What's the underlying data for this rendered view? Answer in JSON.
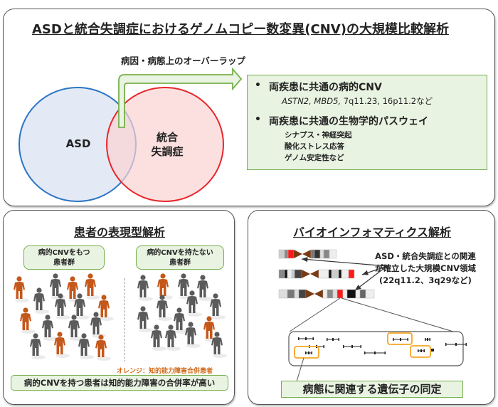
{
  "top_panel": {
    "title": "ASDと統合失調症におけるゲノムコピー数変異(CNV)の大規模比較解析",
    "overlap_label": "病因・病態上のオーバーラップ",
    "venn": {
      "left_label": "ASD",
      "right_label_line1": "統合",
      "right_label_line2": "失調症",
      "left_color": "#2a74c4",
      "right_color": "#e8262b"
    },
    "findings": {
      "bullet1": "両疾患に共通の病的CNV",
      "bullet1_detail_genes": "ASTN2, MBD5,",
      "bullet1_detail_rest": " 7q11.23, 16p11.2など",
      "bullet2": "両疾患に共通の生物学的パスウェイ",
      "pathways": [
        "シナプス・神経突起",
        "酸化ストレス応答",
        "ゲノム安定性など"
      ]
    }
  },
  "phenotype_panel": {
    "title": "患者の表現型解析",
    "group_with_line1": "病的CNVをもつ",
    "group_with_line2": "患者群",
    "group_without_line1": "病的CNVを持たない",
    "group_without_line2": "患者群",
    "legend": "オレンジ：知的能力障害合併患者",
    "conclusion": "病的CNVを持つ患者は知的能力障害の合併率が高い",
    "colors": {
      "affected": "#c4571a",
      "unaffected": "#5b5b5b"
    },
    "group_with_counts": {
      "total": 18,
      "affected": 8
    },
    "group_without_counts": {
      "total": 16,
      "affected": 2
    }
  },
  "bioinfo_panel": {
    "title": "バイオインフォマティクス解析",
    "cnv_region_line1": "ASD・統合失調症との関連",
    "cnv_region_line2": "が確立した大規模CNV領域",
    "cnv_region_line3": "(22q11.2、3q29など)",
    "gene_identification": "病態に関連する遺伝子の同定",
    "colors": {
      "highlight": "#f5a623",
      "cnv": "#ff1a1a",
      "centromere": "#7a3a12"
    }
  }
}
